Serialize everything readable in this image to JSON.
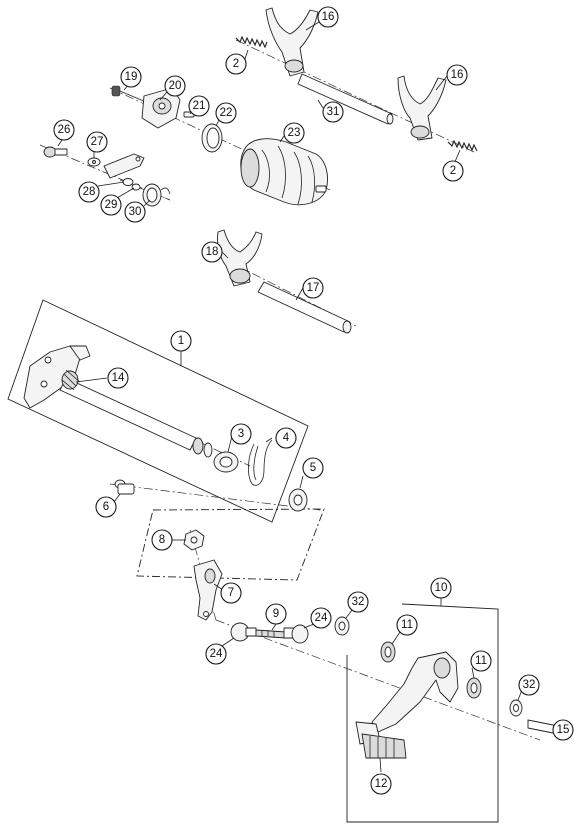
{
  "diagram": {
    "callouts": [
      {
        "id": "c16a",
        "label": "16"
      },
      {
        "id": "c2a",
        "label": "2"
      },
      {
        "id": "c16b",
        "label": "16"
      },
      {
        "id": "c19",
        "label": "19"
      },
      {
        "id": "c20",
        "label": "20"
      },
      {
        "id": "c31",
        "label": "31"
      },
      {
        "id": "c21",
        "label": "21"
      },
      {
        "id": "c22",
        "label": "22"
      },
      {
        "id": "c26",
        "label": "26"
      },
      {
        "id": "c27",
        "label": "27"
      },
      {
        "id": "c23",
        "label": "23"
      },
      {
        "id": "c2b",
        "label": "2"
      },
      {
        "id": "c28",
        "label": "28"
      },
      {
        "id": "c29",
        "label": "29"
      },
      {
        "id": "c30",
        "label": "30"
      },
      {
        "id": "c18",
        "label": "18"
      },
      {
        "id": "c17",
        "label": "17"
      },
      {
        "id": "c1",
        "label": "1"
      },
      {
        "id": "c14",
        "label": "14"
      },
      {
        "id": "c3",
        "label": "3"
      },
      {
        "id": "c4",
        "label": "4"
      },
      {
        "id": "c5",
        "label": "5"
      },
      {
        "id": "c6",
        "label": "6"
      },
      {
        "id": "c8",
        "label": "8"
      },
      {
        "id": "c7",
        "label": "7"
      },
      {
        "id": "c10",
        "label": "10"
      },
      {
        "id": "c9",
        "label": "9"
      },
      {
        "id": "c24a",
        "label": "24"
      },
      {
        "id": "c32a",
        "label": "32"
      },
      {
        "id": "c11a",
        "label": "11"
      },
      {
        "id": "c24b",
        "label": "24"
      },
      {
        "id": "c11b",
        "label": "11"
      },
      {
        "id": "c32b",
        "label": "32"
      },
      {
        "id": "c15",
        "label": "15"
      },
      {
        "id": "c12",
        "label": "12"
      }
    ]
  }
}
